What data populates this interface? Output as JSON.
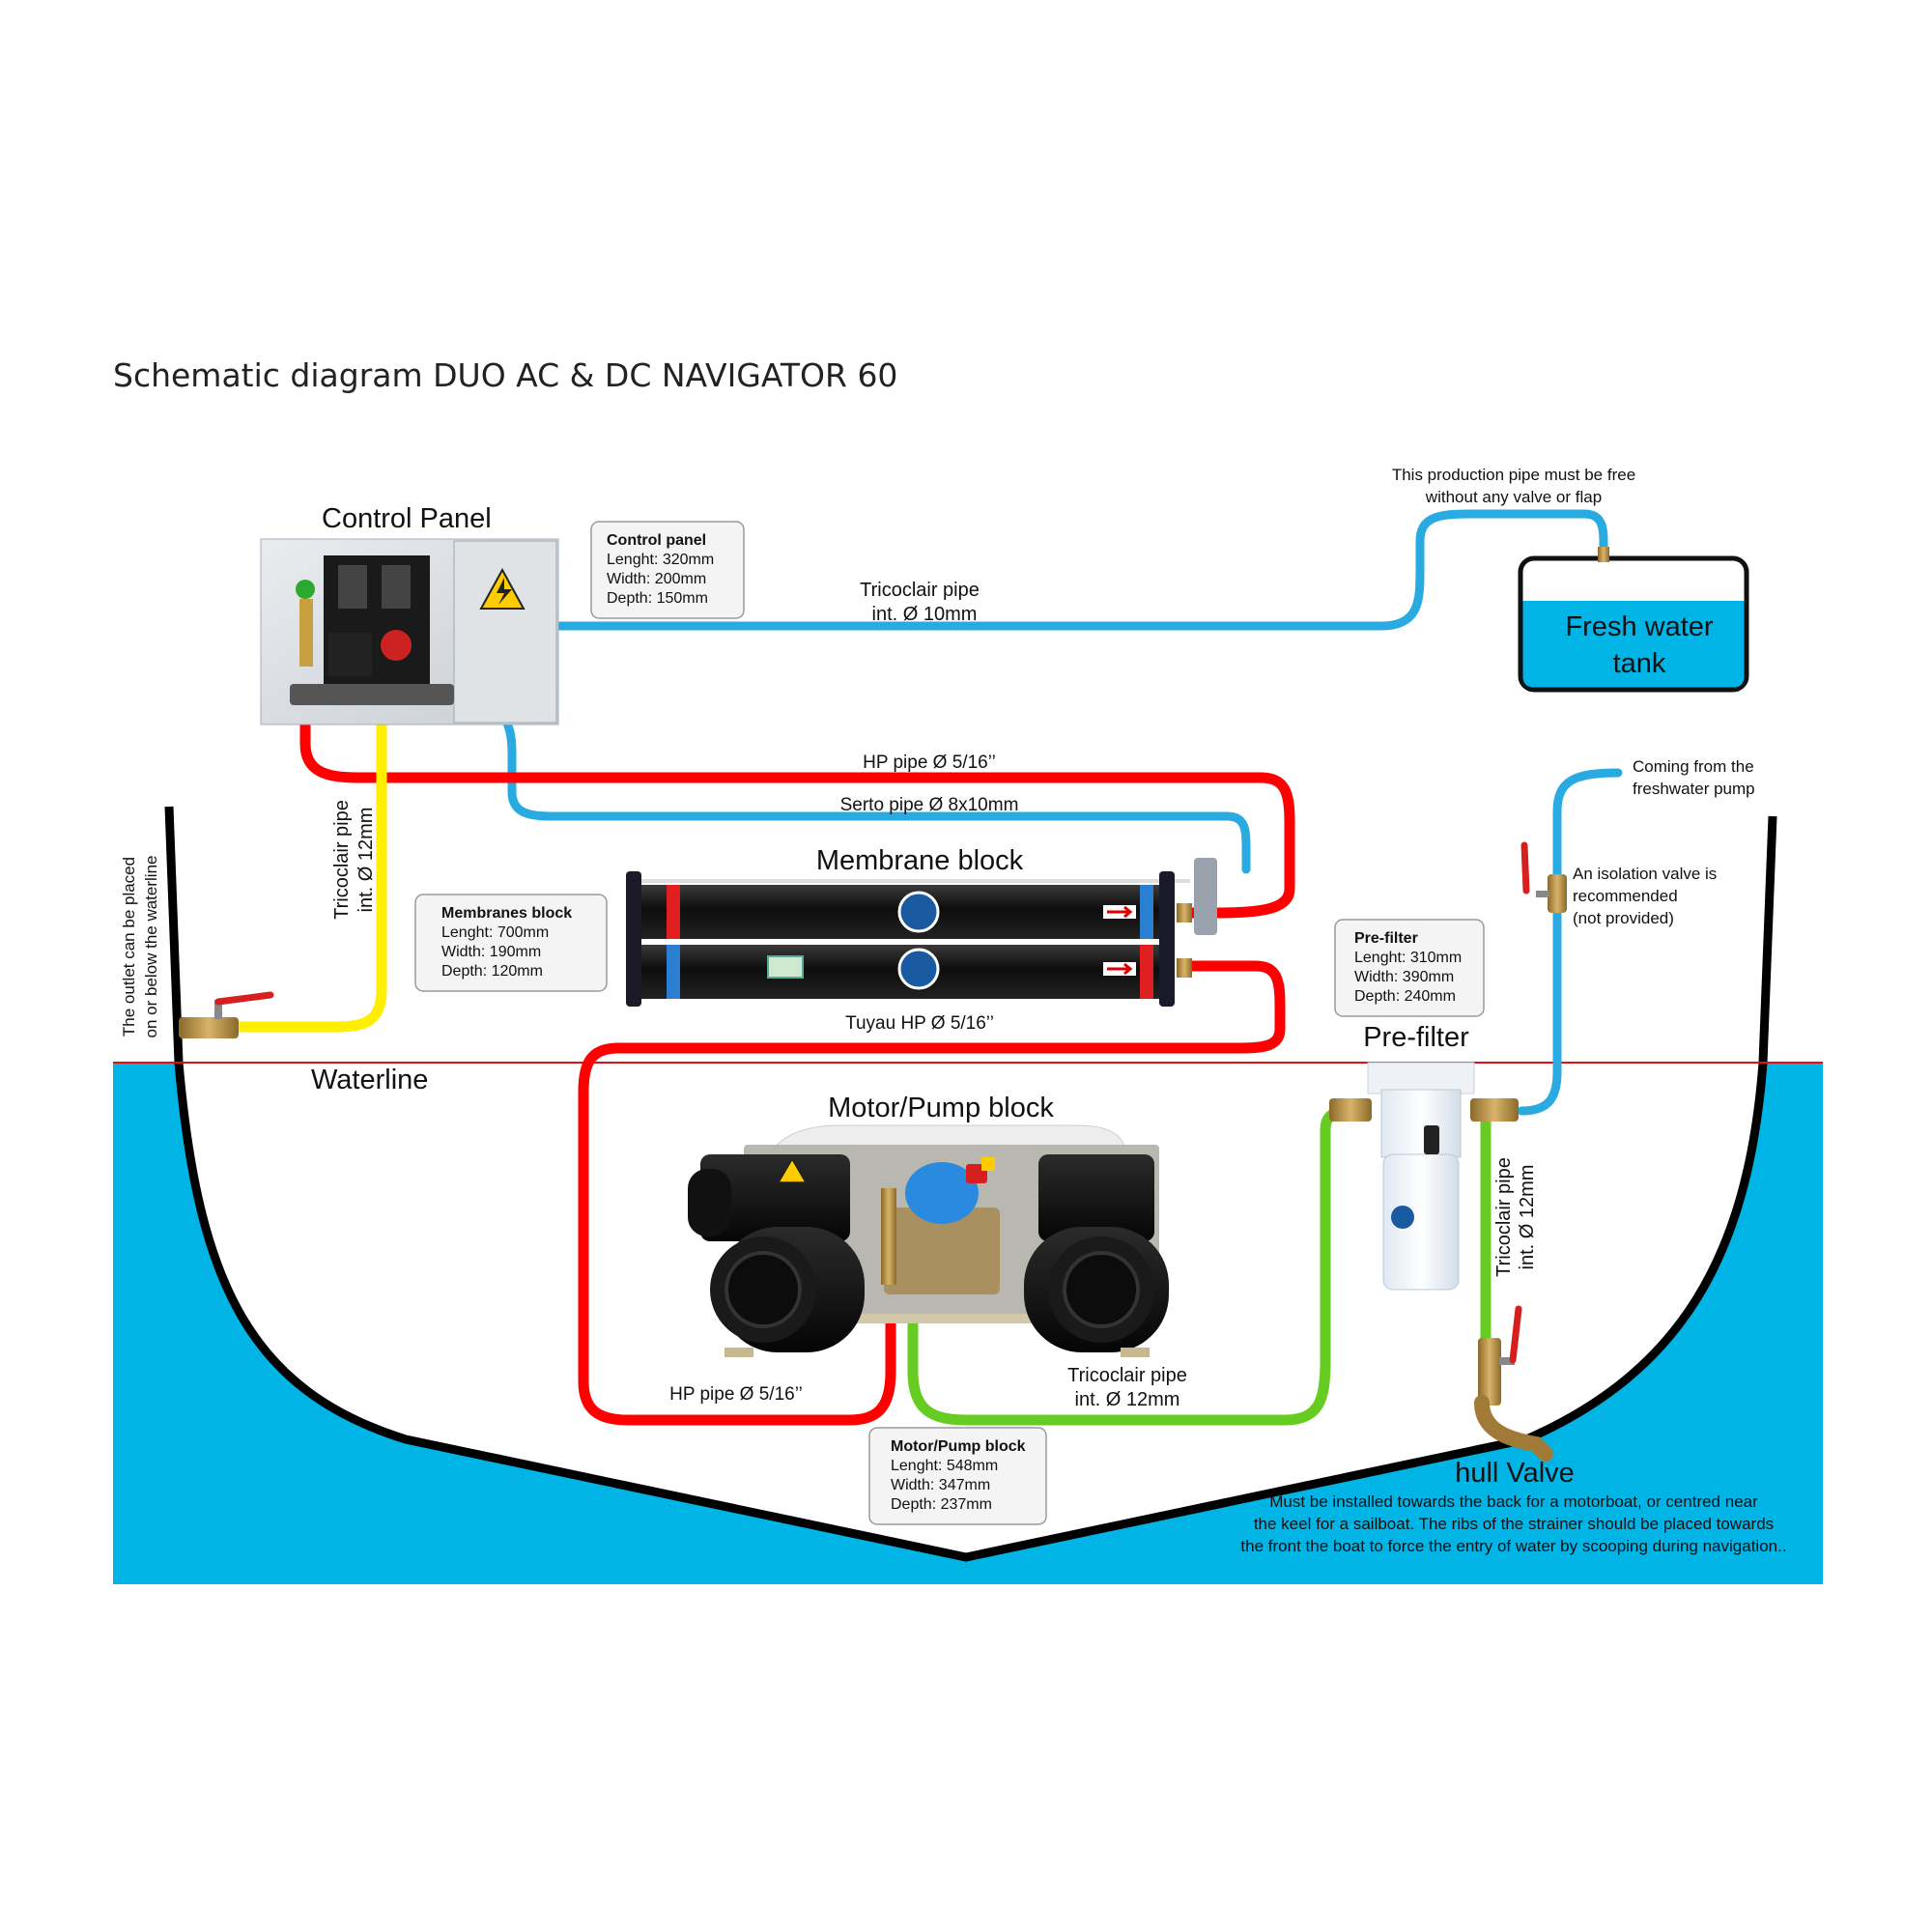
{
  "title": "Schematic diagram DUO AC & DC NAVIGATOR 60",
  "colors": {
    "water": "#00b4e6",
    "hp_pipe": "#ff0000",
    "serto_pipe": "#29abe2",
    "tricoclair_low": "#66cc22",
    "tricoclair_out": "#ffee00",
    "waterline": "#dd1111",
    "hull": "#000000"
  },
  "labels": {
    "control_panel": "Control Panel",
    "membrane_block": "Membrane block",
    "motor_pump_block": "Motor/Pump block",
    "pre_filter": "Pre-filter",
    "fresh_water_tank_line1": "Fresh water",
    "fresh_water_tank_line2": "tank",
    "waterline": "Waterline",
    "hull_valve": "hull Valve"
  },
  "pipes": {
    "tricoclair_10_line1": "Tricoclair pipe",
    "tricoclair_10_line2": "int. Ø 10mm",
    "hp_top": "HP pipe Ø 5/16’’",
    "serto": "Serto pipe Ø 8x10mm",
    "tuyau_hp": "Tuyau HP Ø 5/16’’",
    "hp_bottom": "HP pipe Ø 5/16’’",
    "tricoclair_12_bottom_line1": "Tricoclair pipe",
    "tricoclair_12_bottom_line2": "int. Ø 12mm",
    "tricoclair_12_left_line1": "Tricoclair pipe",
    "tricoclair_12_left_line2": "int. Ø 12mm",
    "tricoclair_12_right_line1": "Tricoclair pipe",
    "tricoclair_12_right_line2": "int. Ø 12mm"
  },
  "notes": {
    "production_line1": "This production pipe must be free",
    "production_line2": "without any valve or flap",
    "coming_line1": "Coming from the",
    "coming_line2": "freshwater pump",
    "isolation_line1": "An isolation valve is",
    "isolation_line2": "recommended",
    "isolation_line3": "(not provided)",
    "outlet_line1": "The outlet can be placed",
    "outlet_line2": "on or below the waterline",
    "hull_line1": "Must be installed towards the back for a motorboat, or centred near",
    "hull_line2": "the keel for a sailboat. The ribs of the strainer should be placed towards",
    "hull_line3": "the front the boat to force the entry of water by scooping during navigation.."
  },
  "spec_boxes": {
    "control_panel": {
      "title": "Control panel",
      "length": "Lenght: 320mm",
      "width": "Width: 200mm",
      "depth": "Depth: 150mm"
    },
    "membranes": {
      "title": "Membranes block",
      "length": "Lenght: 700mm",
      "width": "Width: 190mm",
      "depth": "Depth: 120mm"
    },
    "pre_filter": {
      "title": "Pre-filter",
      "length": "Lenght: 310mm",
      "width": "Width: 390mm",
      "depth": "Depth: 240mm"
    },
    "motor_pump": {
      "title": "Motor/Pump block",
      "length": "Lenght: 548mm",
      "width": "Width: 347mm",
      "depth": "Depth: 237mm"
    }
  }
}
